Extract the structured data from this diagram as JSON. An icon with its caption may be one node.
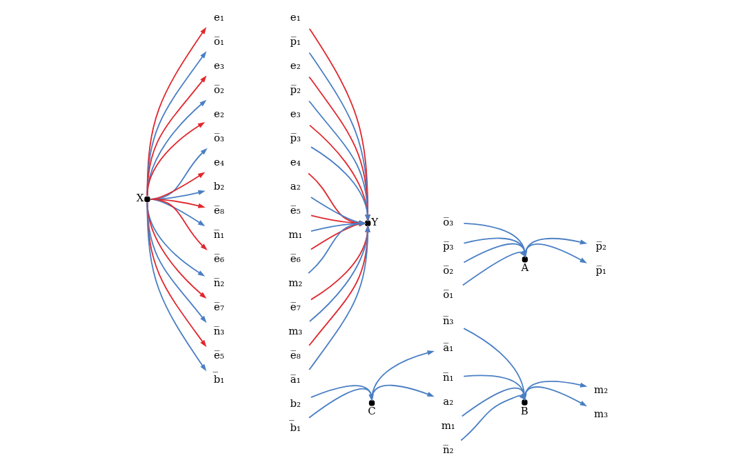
{
  "diagram": {
    "nodes": [
      {
        "text": [],
        "shape": "circle",
        "beside": [
          "X"
        ]
      },
      {
        "text": [
          "e₁"
        ]
      },
      {
        "text": [
          "o̅₁"
        ]
      },
      {
        "text": [
          "e₃"
        ]
      },
      {
        "text": [
          "o̅₂"
        ]
      },
      {
        "text": [
          "e₂"
        ]
      },
      {
        "text": [
          "o̅₃"
        ]
      },
      {
        "text": [
          "e₄"
        ]
      },
      {
        "text": [
          "b₂"
        ]
      },
      {
        "text": [
          "e̅₈"
        ]
      },
      {
        "text": [
          "n̅₁"
        ]
      },
      {
        "text": [
          "e̅₆"
        ]
      },
      {
        "text": [
          "n̅₂"
        ]
      },
      {
        "text": [
          "e̅₇"
        ]
      },
      {
        "text": [
          "n̅₃"
        ]
      },
      {
        "text": [
          "e̅₅"
        ]
      },
      {
        "text": [
          "b̅₁"
        ]
      },
      {
        "text": [
          "e₁"
        ]
      },
      {
        "text": [
          "p̅₁"
        ]
      },
      {
        "text": [
          "e₂"
        ]
      },
      {
        "text": [
          "p̅₂"
        ]
      },
      {
        "text": [
          "e₃"
        ]
      },
      {
        "text": [
          "p̅₃"
        ]
      },
      {
        "text": [
          "e₄"
        ]
      },
      {
        "text": [
          "a₂"
        ]
      },
      {
        "text": [
          "e̅₅"
        ]
      },
      {
        "text": [
          "m₁"
        ]
      },
      {
        "text": [
          "e̅₆"
        ]
      },
      {
        "text": [
          "m₂"
        ]
      },
      {
        "text": [
          "e̅₇"
        ]
      },
      {
        "text": [
          "m₃"
        ]
      },
      {
        "text": [
          "e̅₈"
        ]
      },
      {
        "text": [
          "a̅₁"
        ]
      },
      {
        "text": [],
        "shape": "circle",
        "beside": [
          "Y"
        ]
      },
      {
        "text": [
          "o̅₃"
        ]
      },
      {
        "text": [
          "p̅₂"
        ]
      },
      {
        "text": [
          "p̅₃"
        ]
      },
      {
        "text": [],
        "shape": "circle",
        "beside": [
          "A"
        ]
      },
      {
        "text": [
          "o̅₂"
        ]
      },
      {
        "text": [
          "o̅₁"
        ]
      },
      {
        "text": [
          "p̅₁"
        ]
      },
      {
        "text": [
          "n̅₃"
        ]
      },
      {
        "text": [
          "m₂"
        ]
      },
      {
        "text": [
          "m₁"
        ]
      },
      {
        "text": [],
        "shape": "circle",
        "beside": [
          "B"
        ]
      },
      {
        "text": [
          "n̅₂"
        ]
      },
      {
        "text": [
          "n̅₁"
        ]
      },
      {
        "text": [
          "m₃"
        ]
      },
      {
        "text": [
          "a̅₁"
        ]
      },
      {
        "text": [
          "b₂"
        ]
      },
      {
        "text": [],
        "shape": "circle",
        "beside": [
          "C"
        ]
      },
      {
        "text": [
          "b̅₁"
        ]
      },
      {
        "text": [
          "a₂"
        ]
      }
    ],
    "edges": [
      {
        "from": 0,
        "to": 1,
        "arrow": "to",
        "color": "#e0282e"
      },
      {
        "from": 0,
        "to": 2,
        "arrow": "to"
      },
      {
        "from": 0,
        "to": 3,
        "arrow": "to",
        "color": "#e0282e"
      },
      {
        "from": 0,
        "to": 4,
        "arrow": "to"
      },
      {
        "from": 0,
        "to": 5,
        "arrow": "to",
        "color": "#e0282e"
      },
      {
        "from": 0,
        "to": 6,
        "arrow": "to"
      },
      {
        "from": 0,
        "to": 7,
        "arrow": "to",
        "color": "#e0282e"
      },
      {
        "from": 0,
        "to": 8,
        "arrow": "to"
      },
      {
        "from": 0,
        "to": 9,
        "arrow": "to",
        "color": "#e0282e"
      },
      {
        "from": 0,
        "to": 10,
        "arrow": "to"
      },
      {
        "from": 0,
        "to": 11,
        "arrow": "to",
        "color": "#e0282e"
      },
      {
        "from": 0,
        "to": 12,
        "arrow": "to"
      },
      {
        "from": 0,
        "to": 13,
        "arrow": "to",
        "color": "#e0282e"
      },
      {
        "from": 0,
        "to": 14,
        "arrow": "to"
      },
      {
        "from": 0,
        "to": 15,
        "arrow": "to",
        "color": "#e0282e"
      },
      {
        "from": 0,
        "to": 16,
        "arrow": "to"
      },
      {
        "from": 17,
        "to": 33,
        "arrow": "to",
        "color": "#e0282e"
      },
      {
        "from": 18,
        "to": 33,
        "arrow": "to"
      },
      {
        "from": 19,
        "to": 33,
        "arrow": "to",
        "color": "#e0282e"
      },
      {
        "from": 20,
        "to": 33,
        "arrow": "to"
      },
      {
        "from": 21,
        "to": 33,
        "arrow": "to",
        "color": "#e0282e"
      },
      {
        "from": 22,
        "to": 33,
        "arrow": "to"
      },
      {
        "from": 23,
        "to": 33,
        "arrow": "to",
        "color": "#e0282e"
      },
      {
        "from": 24,
        "to": 33,
        "arrow": "to"
      },
      {
        "from": 25,
        "to": 33,
        "arrow": "to",
        "color": "#e0282e"
      },
      {
        "from": 26,
        "to": 33,
        "arrow": "to"
      },
      {
        "from": 27,
        "to": 33,
        "arrow": "to",
        "color": "#e0282e"
      },
      {
        "from": 28,
        "to": 33,
        "arrow": "to"
      },
      {
        "from": 29,
        "to": 33,
        "arrow": "to",
        "color": "#e0282e"
      },
      {
        "from": 30,
        "to": 33,
        "arrow": "to"
      },
      {
        "from": 31,
        "to": 33,
        "arrow": "to",
        "color": "#e0282e"
      },
      {
        "from": 32,
        "to": 33,
        "arrow": "to"
      },
      {
        "from": 34,
        "to": 37,
        "arrow": "to"
      },
      {
        "from": 37,
        "to": 35,
        "arrow": "to"
      },
      {
        "from": 36,
        "to": 37,
        "arrow": "to"
      },
      {
        "from": 38,
        "to": 37,
        "arrow": "to"
      },
      {
        "from": 39,
        "to": 37,
        "arrow": "to"
      },
      {
        "from": 37,
        "to": 40,
        "arrow": "to"
      },
      {
        "from": 41,
        "to": 44,
        "arrow": "to"
      },
      {
        "from": 44,
        "to": 42,
        "arrow": "to"
      },
      {
        "from": 43,
        "to": 44,
        "arrow": "to"
      },
      {
        "from": 45,
        "to": 44,
        "arrow": "to"
      },
      {
        "from": 46,
        "to": 44,
        "arrow": "to"
      },
      {
        "from": 44,
        "to": 47,
        "arrow": "to"
      },
      {
        "from": 50,
        "to": 48,
        "arrow": "to"
      },
      {
        "from": 49,
        "to": 50,
        "arrow": "to"
      },
      {
        "from": 51,
        "to": 50,
        "arrow": "to"
      },
      {
        "from": 50,
        "to": 52,
        "arrow": "to"
      }
    ]
  }
}
